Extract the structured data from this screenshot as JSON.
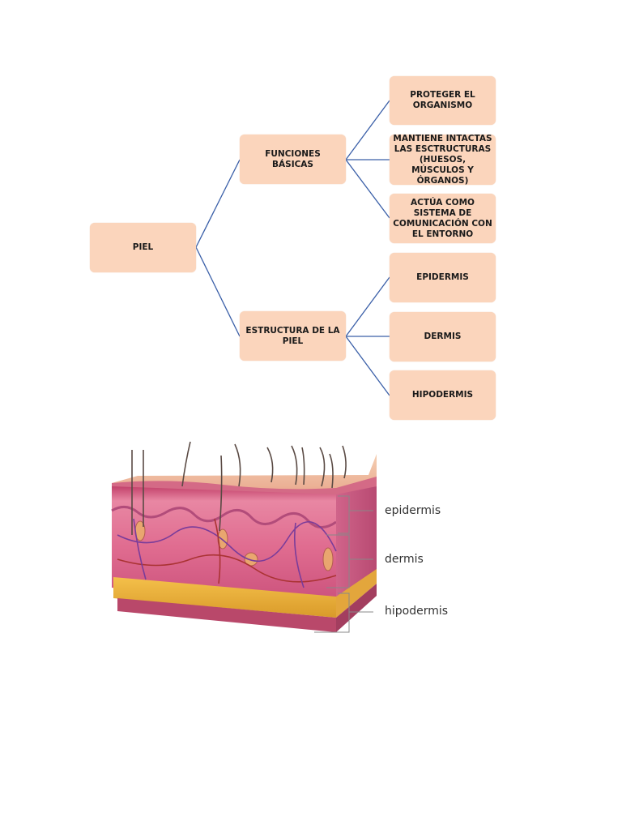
{
  "root": {
    "label": "PIEL"
  },
  "branches": [
    {
      "label": "FUNCIONES BÁSICAS",
      "children": [
        "PROTEGER EL ORGANISMO",
        "MANTIENE INTACTAS LAS ESCTRUCTURAS (HUESOS, MÚSCULOS Y ÓRGANOS)",
        "ACTÚA COMO SISTEMA DE COMUNICACIÓN CON EL ENTORNO"
      ]
    },
    {
      "label": "ESTRUCTURA DE LA PIEL",
      "children": [
        "EPIDERMIS",
        "DERMIS",
        "HIPODERMIS"
      ]
    }
  ],
  "illustration": {
    "labels": {
      "epidermis": "epidermis",
      "dermis": "dermis",
      "hypodermis": "hipodermis"
    }
  },
  "colors": {
    "box_fill": "#fbd5bc",
    "connector": "#3a5fa8"
  }
}
